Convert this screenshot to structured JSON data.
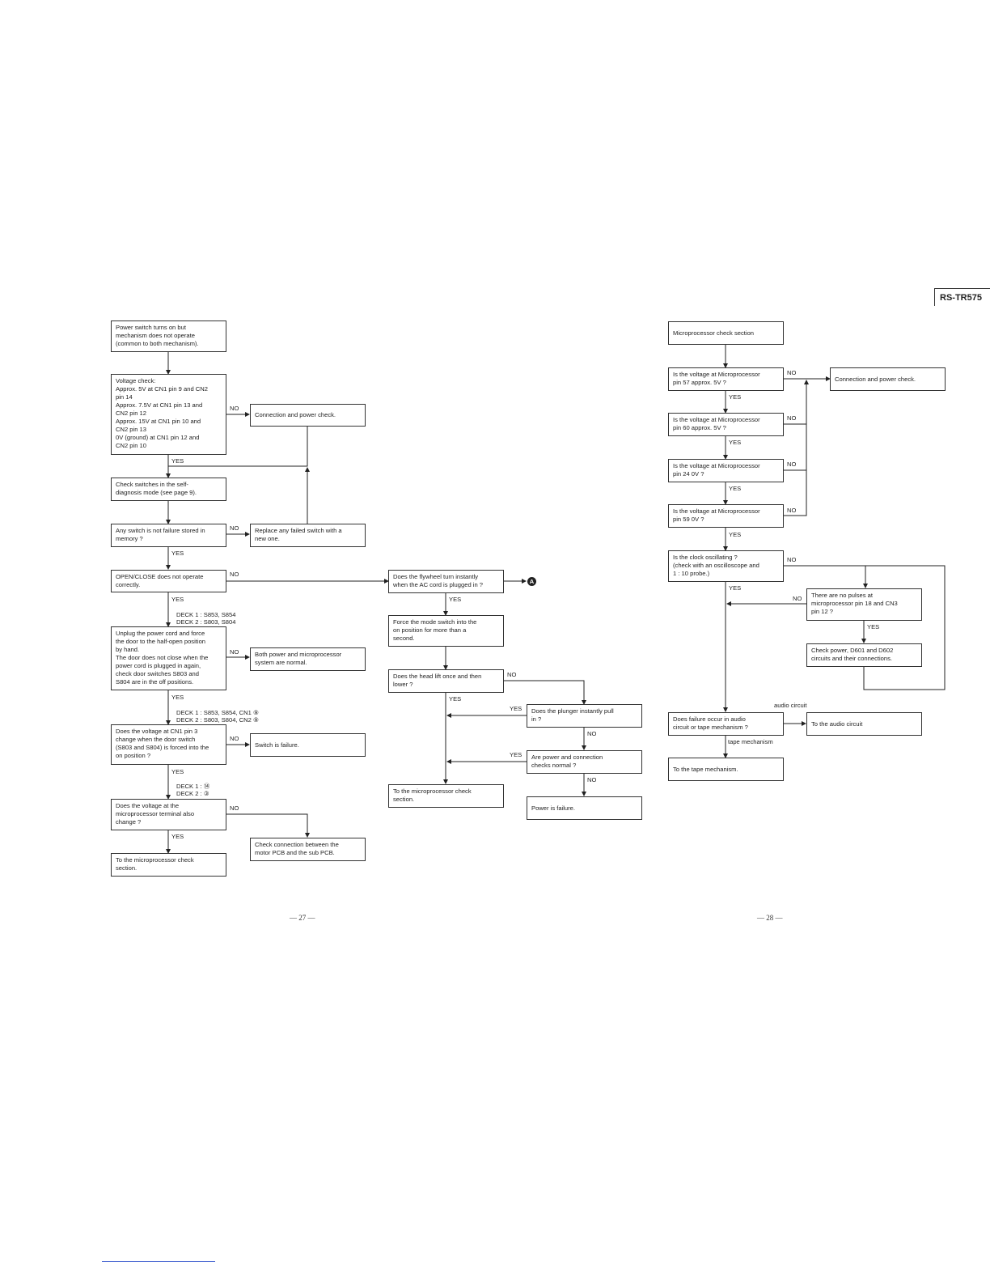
{
  "header": {
    "model_tag": "RS-TR575"
  },
  "left": {
    "start": "Power switch turns on but\nmechanism does not operate\n(common to both mechanism).",
    "voltage": "Voltage check:\nApprox. 5V at CN1 pin 9 and CN2\npin 14\nApprox. 7.5V at CN1 pin 13 and\nCN2 pin 12\nApprox. 15V at CN1 pin 10 and\nCN2 pin 13\n0V (ground) at CN1 pin 12 and\nCN2 pin 10",
    "conn_power": "Connection and power check.",
    "check_switches": "Check switches in the self-\ndiagnosis mode (see page 9).",
    "any_switch": "Any switch is not failure stored in\nmemory ?",
    "replace_switch": "Replace any failed switch with a\nnew one.",
    "open_close": "OPEN/CLOSE does not operate\ncorrectly.",
    "deck_note_1": "DECK 1 : S853, S854\nDECK 2 : S803, S804",
    "unplug": "Unplug the power cord and force\nthe door to the half-open position\nby hand.\nThe door does not close when the\npower cord is plugged in again,\ncheck door switches S803 and\nS804 are in the off positions.",
    "both_normal": "Both power and microprocessor\nsystem are normal.",
    "deck_note_2": "DECK 1 : S853, S854, CN1 ⑨\nDECK 2 : S803, S804, CN2 ⑨",
    "voltage_cn1": "Does the voltage at CN1 pin 3\nchange when the door switch\n(S803 and S804) is forced into the\non position ?",
    "switch_failure": "Switch is failure.",
    "deck_note_3": "DECK 1 : ⑭\nDECK 2 : ③",
    "voltage_terminal": "Does the voltage at the\nmicroprocessor terminal also\nchange ?",
    "check_connection": "Check connection between the\nmotor PCB and the sub PCB.",
    "to_micro_1": "To the microprocessor check\nsection.",
    "page_num": "— 27 —"
  },
  "middle": {
    "flywheel": "Does the flywheel turn instantly\nwhen the AC cord is plugged in ?",
    "connector_ref": "A",
    "force_mode": "Force the mode switch into the\non position for more than a\nsecond.",
    "head_lift": "Does the head lift once and then\nlower ?",
    "plunger": "Does the plunger instantly pull\nin ?",
    "power_conn_normal": "Are power and connection\nchecks normal ?",
    "to_micro_2": "To the microprocessor check\nsection.",
    "power_failure": "Power is failure."
  },
  "right": {
    "micro_section": "Microprocessor check section",
    "pin57": "Is the voltage at Microprocessor\npin 57 approx. 5V ?",
    "conn_power": "Connection and power check.",
    "pin60": "Is the voltage at Microprocessor\npin 60 approx. 5V ?",
    "pin24": "Is the voltage at Microprocessor\npin 24 0V ?",
    "pin59": "Is the voltage at Microprocessor\npin 59 0V ?",
    "clock": "Is the clock oscillating ?\n(check with an oscilloscope and\n1 : 10 probe.)",
    "no_pulses": "There are no pulses at\nmicroprocessor pin 18 and CN3\npin 12 ?",
    "check_d601": "Check power, D601 and D602\ncircuits and their connections.",
    "audio_label": "audio circuit",
    "failure_audio": "Does failure occur in audio\ncircuit or tape mechanism ?",
    "to_audio": "To the audio circuit",
    "tape_label": "tape mechanism",
    "to_tape": "To the tape mechanism.",
    "page_num": "— 28 —"
  },
  "labels": {
    "yes": "YES",
    "no": "NO"
  }
}
